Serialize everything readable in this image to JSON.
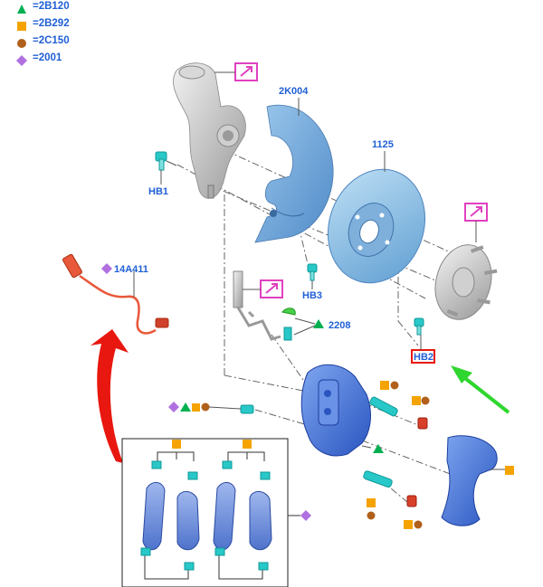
{
  "legend": [
    {
      "symbol": "triangle",
      "color": "#00b050",
      "text": "=2B120"
    },
    {
      "symbol": "square",
      "color": "#f5a300",
      "text": "=2B292"
    },
    {
      "symbol": "circle",
      "color": "#b0601a",
      "text": "=2C150"
    },
    {
      "symbol": "diamond",
      "color": "#b070e0",
      "text": "=2001"
    }
  ],
  "parts": {
    "shield": "2K004",
    "rotor": "1125",
    "bolt_hb1": "HB1",
    "bolt_hb3": "HB3",
    "bolt_hb2": "HB2",
    "wear_sensor": "14A411",
    "bleeder": "2208"
  },
  "colors": {
    "label_blue": "#1f5fd6",
    "part_blue": "#4a7fd8",
    "shield_blue": "#6fa6d9",
    "rotor_blue": "#8ec0e6",
    "arrow_red": "#e8170f",
    "arrow_green": "#2fd62f",
    "callout_magenta": "#e040c0",
    "hb2_red": "#e8170f"
  },
  "icons": [
    "link-arrow-icon",
    "link-arrow-icon",
    "link-arrow-icon",
    "link-arrow-icon"
  ]
}
